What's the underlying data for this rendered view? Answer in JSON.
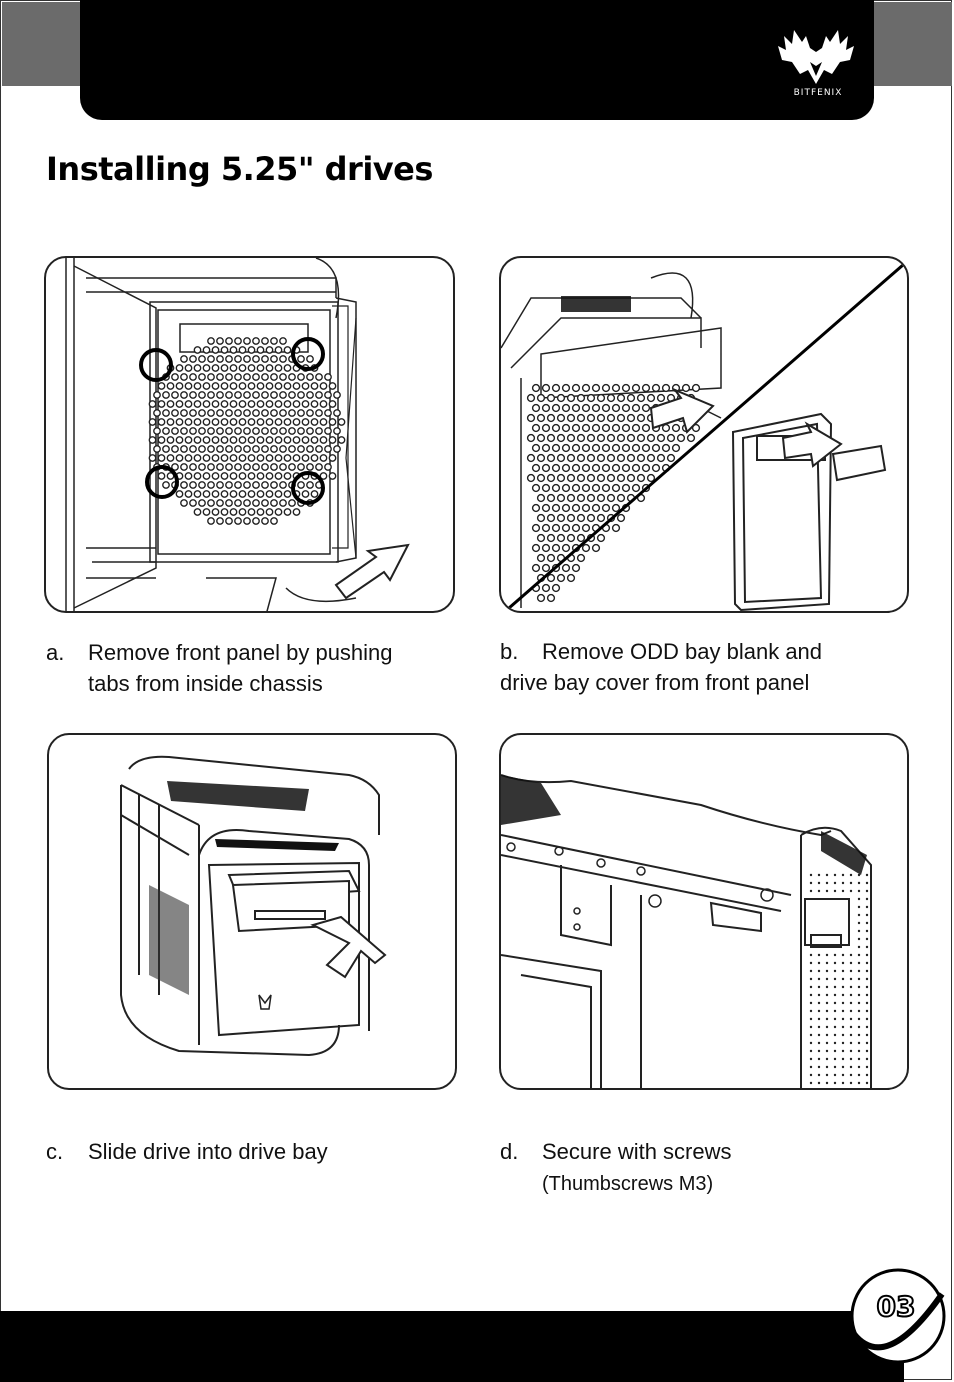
{
  "header": {
    "brand": "BITFENIX"
  },
  "title": "Installing 5.25\" drives",
  "steps": [
    {
      "letter": "a.",
      "line1": "Remove front panel by pushing",
      "line2": "tabs from inside chassis"
    },
    {
      "letter": "b.",
      "line1": "Remove ODD bay blank and",
      "line2": "drive bay cover from front panel"
    },
    {
      "letter": "c.",
      "line1": "Slide drive into drive bay"
    },
    {
      "letter": "d.",
      "line1": "Secure with screws",
      "line2": "(Thumbscrews M3)"
    }
  ],
  "page_number": "03",
  "colors": {
    "header": "#000000",
    "corner": "#6b6b6b",
    "line_art": "#222222"
  },
  "icons": [
    "bitfenix-logo-icon",
    "arrow-icon",
    "page-number-badge"
  ]
}
